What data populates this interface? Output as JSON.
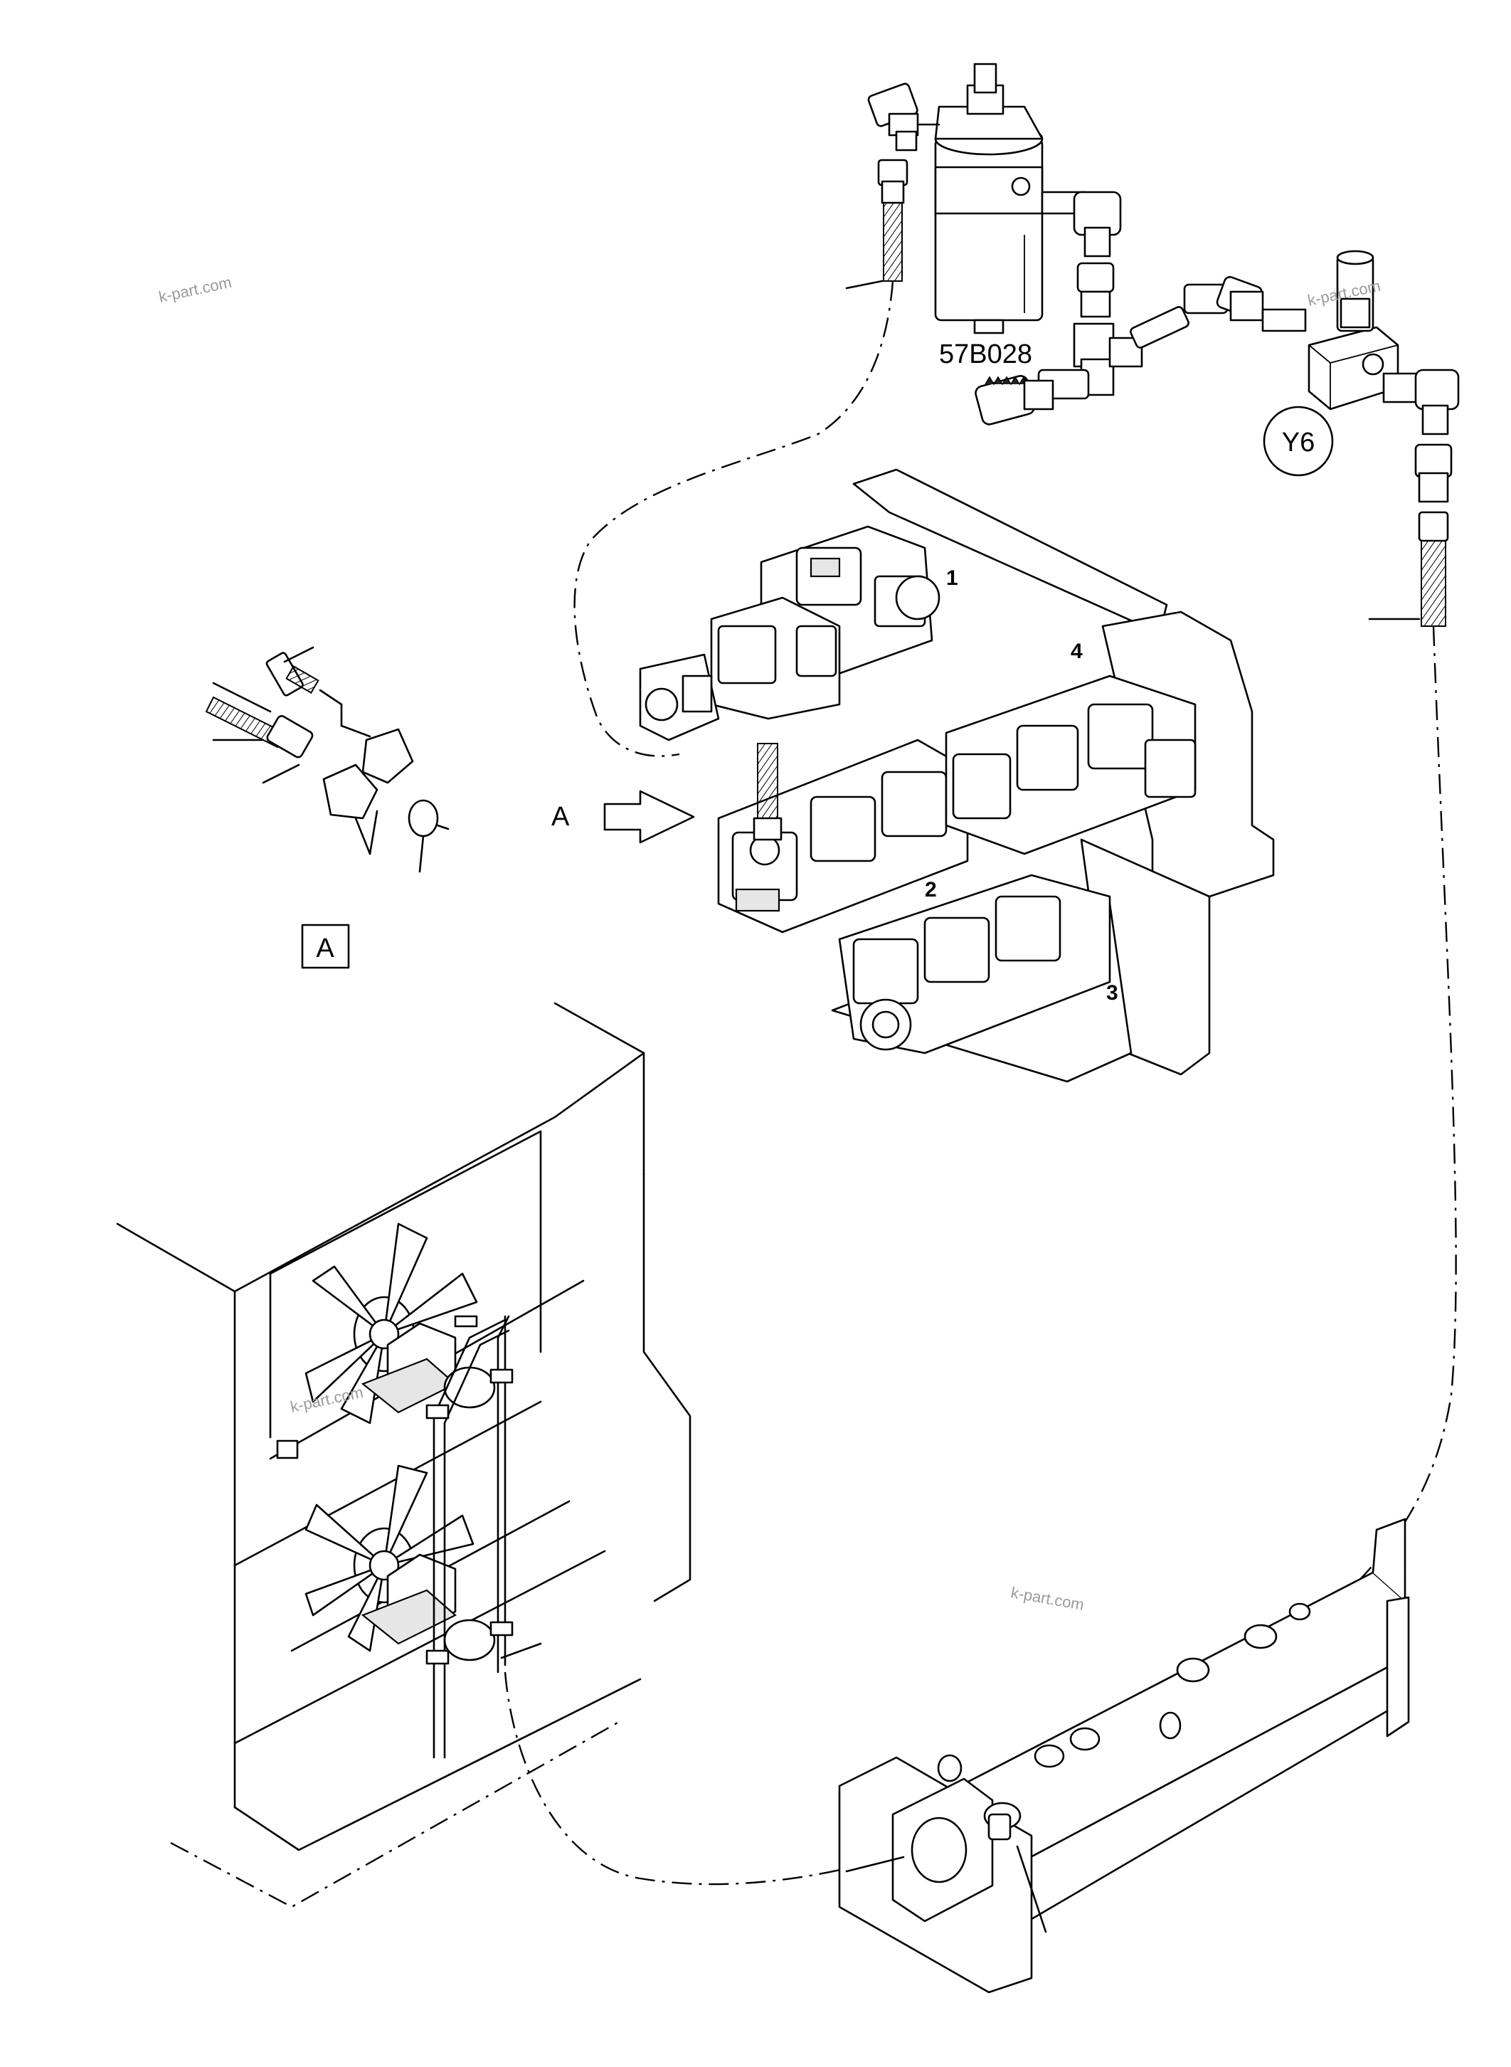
{
  "callouts": {
    "filter_code": "57B028",
    "valve_code": "Y6",
    "view_arrow_label": "A",
    "view_box_label": "A",
    "pump_numbers": [
      "1",
      "2",
      "3",
      "4"
    ]
  },
  "watermarks": [
    "k-part.com",
    "k-part.com",
    "k-part.com",
    "k-part.com"
  ],
  "colors": {
    "line": "#000000",
    "background": "#ffffff",
    "watermark": "#9a9a9a",
    "shade": "#e6e6e6"
  }
}
